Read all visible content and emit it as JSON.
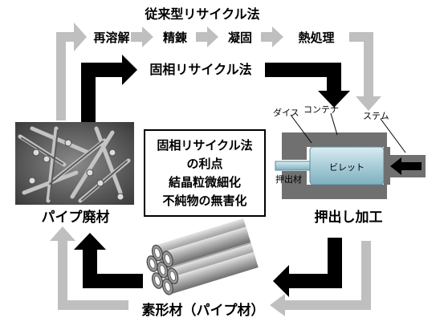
{
  "conventional": {
    "title": "従来型リサイクル法",
    "steps": [
      "再溶解",
      "精錬",
      "凝固",
      "熱処理"
    ]
  },
  "solid_state": {
    "title": "固相リサイクル法"
  },
  "benefits": {
    "lines": [
      "固相リサイクル法",
      "の利点",
      "結晶粒微細化",
      "不純物の無害化"
    ]
  },
  "stages": {
    "pipe_waste": "パイプ廃材",
    "extrusion": "押出し加工",
    "product": "素形材（パイプ材）"
  },
  "press": {
    "die": "ダイス",
    "container": "コンテナ",
    "stem": "ステム",
    "billet": "ビレット",
    "extrudate": "押出材"
  },
  "colors": {
    "conventional_arrow": "#bfbfbf",
    "solid_arrow": "#000000",
    "press_body": "#707070",
    "billet": "#a9cdd8"
  }
}
